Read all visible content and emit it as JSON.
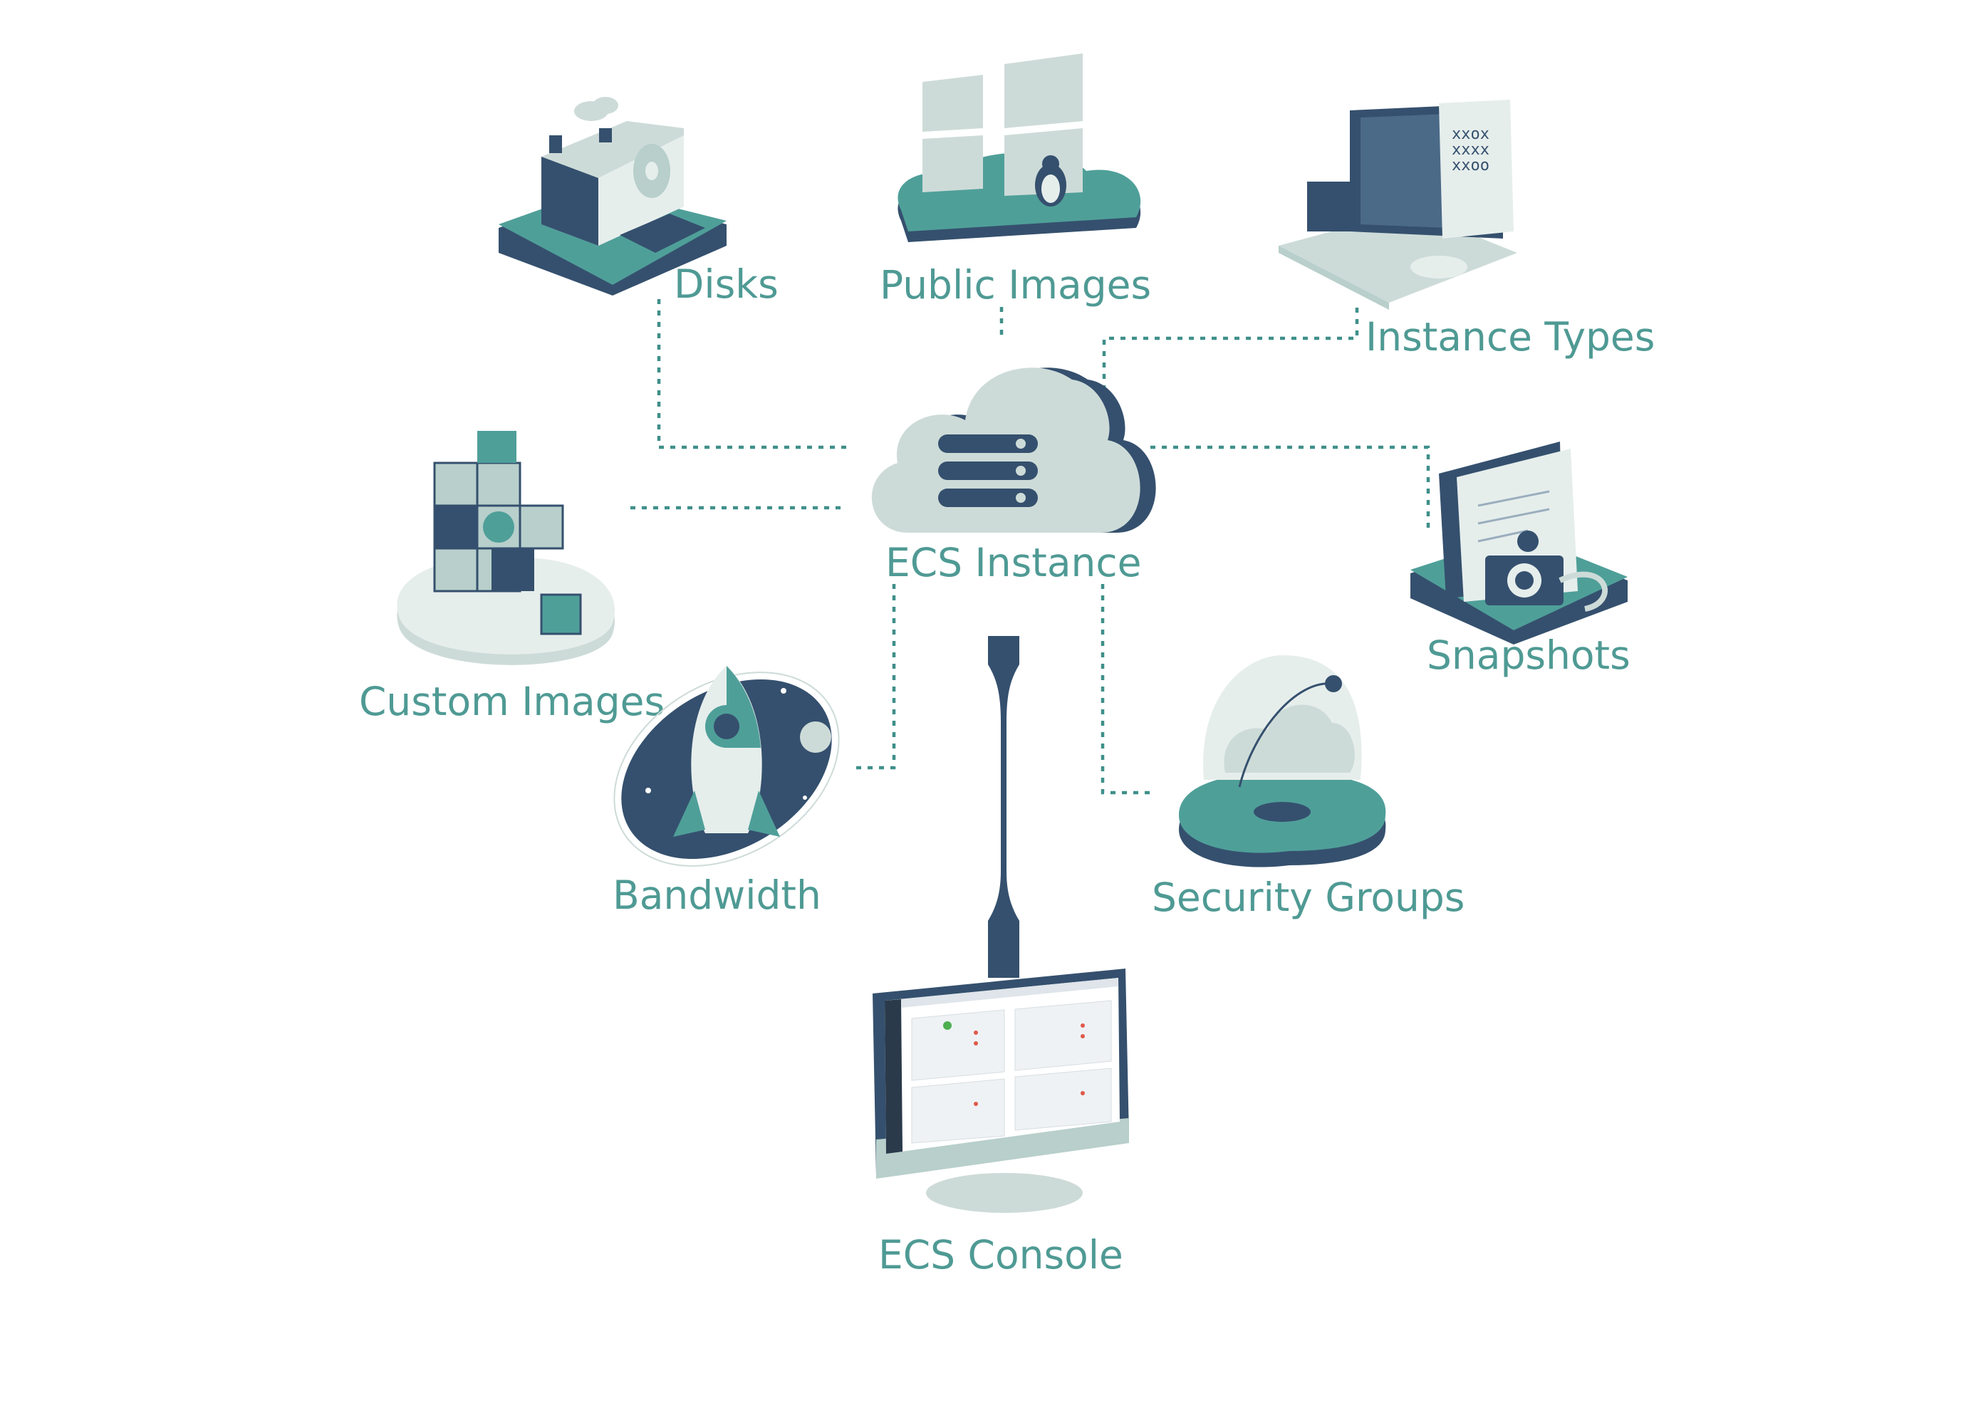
{
  "colors": {
    "teal": "#4f9f99",
    "teal_light": "#cddbd8",
    "navy": "#35506e",
    "label": "#4f9a94",
    "connector": "#3f8f89"
  },
  "center": {
    "label": "ECS Instance",
    "icon": "cloud-server-icon"
  },
  "nodes": [
    {
      "id": "disks",
      "label": "Disks",
      "icon": "disk-machine-icon"
    },
    {
      "id": "public-images",
      "label": "Public Images",
      "icon": "windows-linux-icon"
    },
    {
      "id": "instance-types",
      "label": "Instance Types",
      "icon": "laptop-icon"
    },
    {
      "id": "custom-images",
      "label": "Custom Images",
      "icon": "cube-stack-icon"
    },
    {
      "id": "snapshots",
      "label": "Snapshots",
      "icon": "camera-document-icon"
    },
    {
      "id": "bandwidth",
      "label": "Bandwidth",
      "icon": "rocket-icon"
    },
    {
      "id": "security-groups",
      "label": "Security Groups",
      "icon": "shield-dome-icon"
    }
  ],
  "console": {
    "label": "ECS Console",
    "icon": "monitor-icon"
  }
}
